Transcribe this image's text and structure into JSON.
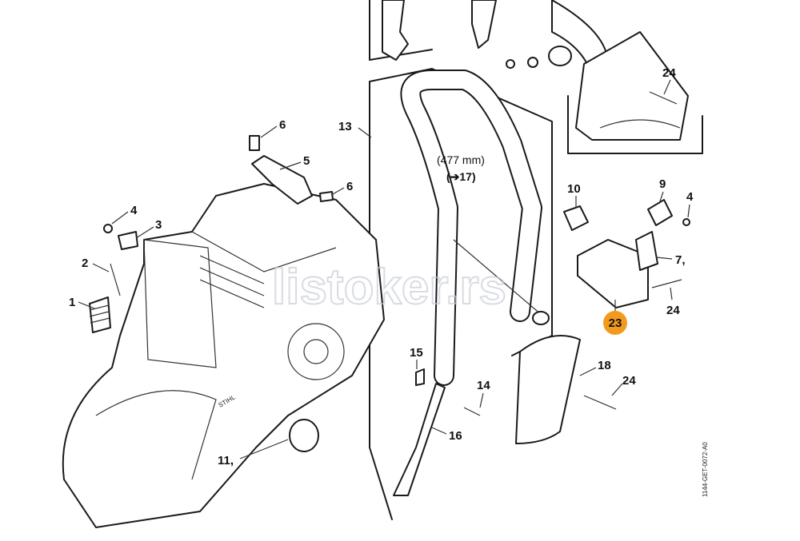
{
  "diagram": {
    "callouts": [
      {
        "id": "c1",
        "text": "1"
      },
      {
        "id": "c2",
        "text": "2"
      },
      {
        "id": "c3",
        "text": "3"
      },
      {
        "id": "c4a",
        "text": "4"
      },
      {
        "id": "c5",
        "text": "5"
      },
      {
        "id": "c6a",
        "text": "6"
      },
      {
        "id": "c6b",
        "text": "6"
      },
      {
        "id": "c13",
        "text": "13"
      },
      {
        "id": "c10",
        "text": "10"
      },
      {
        "id": "c9",
        "text": "9"
      },
      {
        "id": "c4b",
        "text": "4"
      },
      {
        "id": "c7",
        "text": "7,"
      },
      {
        "id": "c24a",
        "text": "24"
      },
      {
        "id": "c24b",
        "text": "24"
      },
      {
        "id": "c24c",
        "text": "24"
      },
      {
        "id": "c15",
        "text": "15"
      },
      {
        "id": "c14",
        "text": "14"
      },
      {
        "id": "c16",
        "text": "16"
      },
      {
        "id": "c18",
        "text": "18"
      },
      {
        "id": "c11",
        "text": "11,"
      }
    ],
    "highlighted_callout": {
      "text": "23",
      "color": "#f39a1e"
    },
    "dimension_text": "(477 mm)",
    "reference_text": "(➔17)",
    "drawing_code": "1144-GET-0072-A0",
    "watermark": "listoker.rs",
    "brand_mark": "STIHL"
  }
}
